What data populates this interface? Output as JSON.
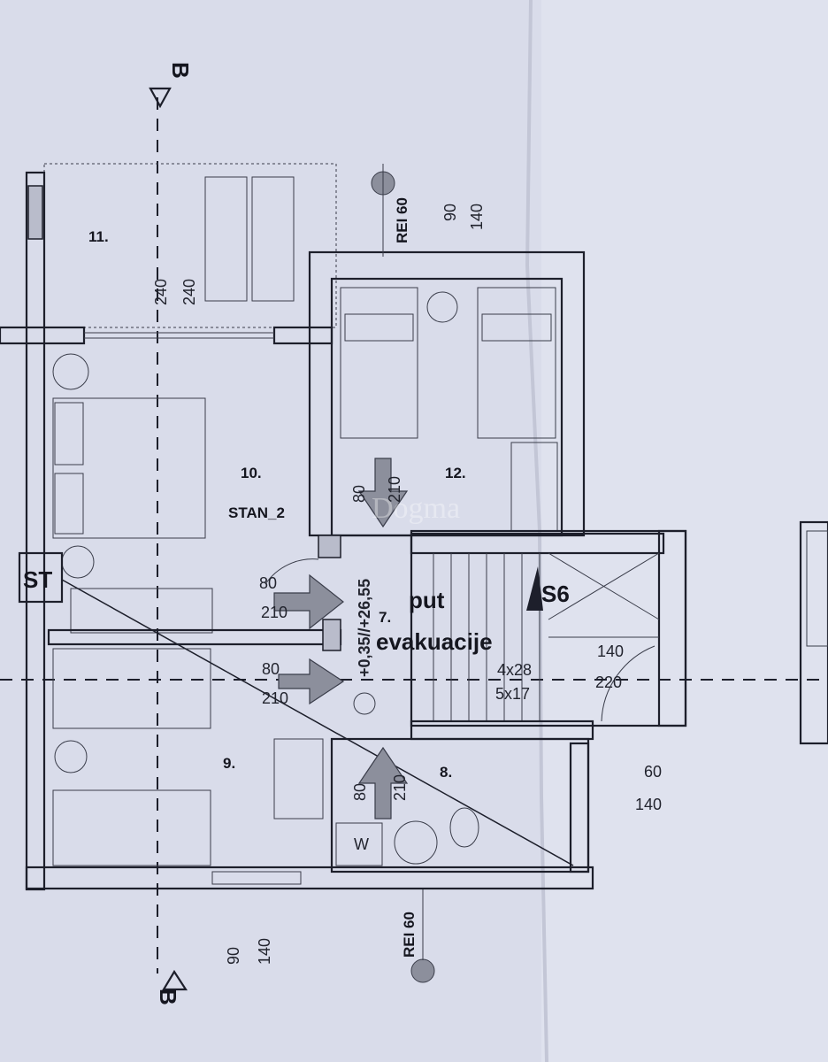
{
  "plan": {
    "section_marker_top": "B",
    "section_marker_bottom": "B",
    "rooms": {
      "r11": "11.",
      "r10": "10.",
      "r12": "12.",
      "r9": "9.",
      "r8": "8.",
      "r7": "7.",
      "apartment": "STAN_2"
    },
    "fire_rating_top": "REI 60",
    "fire_rating_bottom": "REI 60",
    "window_top_11": [
      "240",
      "240"
    ],
    "window_top_12": [
      "90",
      "140"
    ],
    "window_bottom_9": [
      "90",
      "140"
    ],
    "window_right_8": [
      "60",
      "140"
    ],
    "door_12": [
      "80",
      "210"
    ],
    "door_10": [
      "80",
      "210"
    ],
    "door_9": [
      "80",
      "210"
    ],
    "door_8": [
      "80",
      "210"
    ],
    "door_stair": [
      "140",
      "220"
    ],
    "elevation": "+0,35//+26,55",
    "evacuation": [
      "put",
      "evakuacije"
    ],
    "stair_label": "S6",
    "stair_steps": [
      "4x28",
      "5x17"
    ],
    "shaft_label": "ST",
    "washer_label": "W",
    "watermark": "Dogma"
  },
  "colors": {
    "paper": "#d9dcea",
    "ink": "#1d1f2b",
    "arrow": "#8c8f9c"
  }
}
